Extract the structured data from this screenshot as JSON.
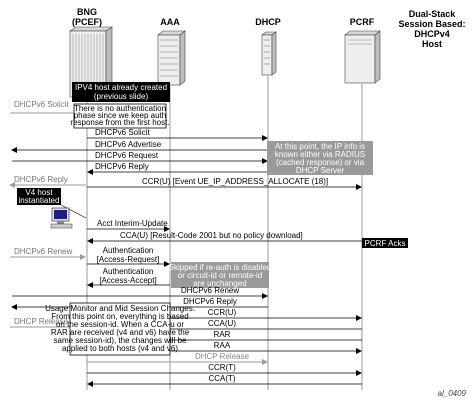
{
  "entities": {
    "bng": [
      "BNG",
      "(PCEF)"
    ],
    "aaa": "AAA",
    "dhcp": "DHCP",
    "pcrf": "PCRF",
    "host": [
      "Dual-Stack",
      "Session Based:",
      "DHCPv4",
      "Host"
    ]
  },
  "notes": {
    "ipv4_host": [
      "IPV4 host already created",
      "(previous slide)"
    ],
    "no_auth": [
      "There is no authentication",
      "phase since we keep auth",
      "response from the first host."
    ],
    "ip_info": [
      "At this point, the IP info is",
      "known either via RADIUS",
      "(cached response) or via",
      "DHCP Server"
    ],
    "v4_host": [
      "V4 host",
      "instantiated"
    ],
    "pcrf_acks": "PCRF Acks",
    "skipped": [
      "Skipped if re-auth is disabled",
      "or circuit-id or remote-id",
      "are unchanged"
    ],
    "usage_monitor": [
      "Usage Monitor and Mid Session Changes.",
      "From this point on, everything is based",
      "on the session-id. When a CCA-u or",
      "RAR are received (v4 and v6) have the",
      "same session-id), the changes will be",
      "applied to both hosts (v4 and v6)"
    ]
  },
  "messages": {
    "dhcpv6_solicit_host": "DHCPv6 Solicit",
    "dhcpv6_solicit": "DHCPv6 Solicit",
    "dhcpv6_advertise": "DHCPv6 Advertise",
    "dhcpv6_request": "DHCPv6 Request",
    "dhcpv6_reply": "DHCPv6 Reply",
    "dhcpv6_reply_host": "DHCPv6 Reply",
    "ccr_event": "CCR(U) [Event UE_IP_ADDRESS_ALLOCATE (18)]",
    "acct_interim": "Acct Interim-Update",
    "cca_result": "CCA(U) [Result-Code 2001 but no policy download]",
    "dhcpv6_renew_host": "DHCPv6 Renew",
    "auth_request": [
      "Authentication",
      "[Access-Request]"
    ],
    "auth_accept": [
      "Authentication",
      "[Access-Accept]"
    ],
    "dhcpv6_renew": "DHCPv6 Renew",
    "dhcpv6_reply2": "DHCPv6 Reply",
    "ccr_u": "CCR(U)",
    "cca_u": "CCA(U)",
    "rar": "RAR",
    "raa": "RAA",
    "dhcp_release_host": "DHCP Release",
    "dhcp_release": "DHCP Release",
    "ccr_t": "CCR(T)",
    "cca_t": "CCA(T)"
  },
  "figure_id": "al_0409"
}
